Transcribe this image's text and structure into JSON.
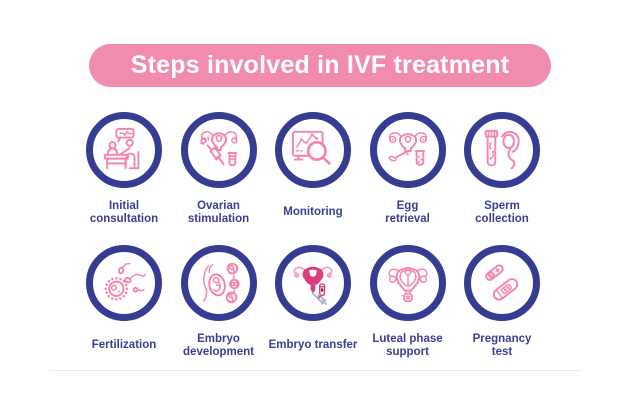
{
  "header": {
    "title": "Steps involved in IVF treatment"
  },
  "colors": {
    "banner_bg": "#F18BB0",
    "banner_text": "#FFFFFF",
    "circle_border": "#363D91",
    "label_color": "#3B3F93",
    "icon_pink": "#F583AB",
    "icon_crimson": "#DD3F7E",
    "icon_light": "#F5A8C6",
    "icon_gray": "#AEB5D8",
    "icon_dark": "#7E2A52",
    "divider": "#E9E9E9"
  },
  "steps": [
    {
      "label": "Initial\nconsultation",
      "icon": "consultation-icon"
    },
    {
      "label": "Ovarian\nstimulation",
      "icon": "ovarian-stimulation-icon"
    },
    {
      "label": "Monitoring",
      "icon": "monitoring-icon"
    },
    {
      "label": "Egg\nretrieval",
      "icon": "egg-retrieval-icon"
    },
    {
      "label": "Sperm\ncollection",
      "icon": "sperm-collection-icon"
    },
    {
      "label": "Fertilization",
      "icon": "fertilization-icon"
    },
    {
      "label": "Embryo\ndevelopment",
      "icon": "embryo-development-icon"
    },
    {
      "label": "Embryo transfer",
      "icon": "embryo-transfer-icon"
    },
    {
      "label": "Luteal phase\nsupport",
      "icon": "luteal-phase-support-icon"
    },
    {
      "label": "Pregnancy\ntest",
      "icon": "pregnancy-test-icon"
    }
  ]
}
